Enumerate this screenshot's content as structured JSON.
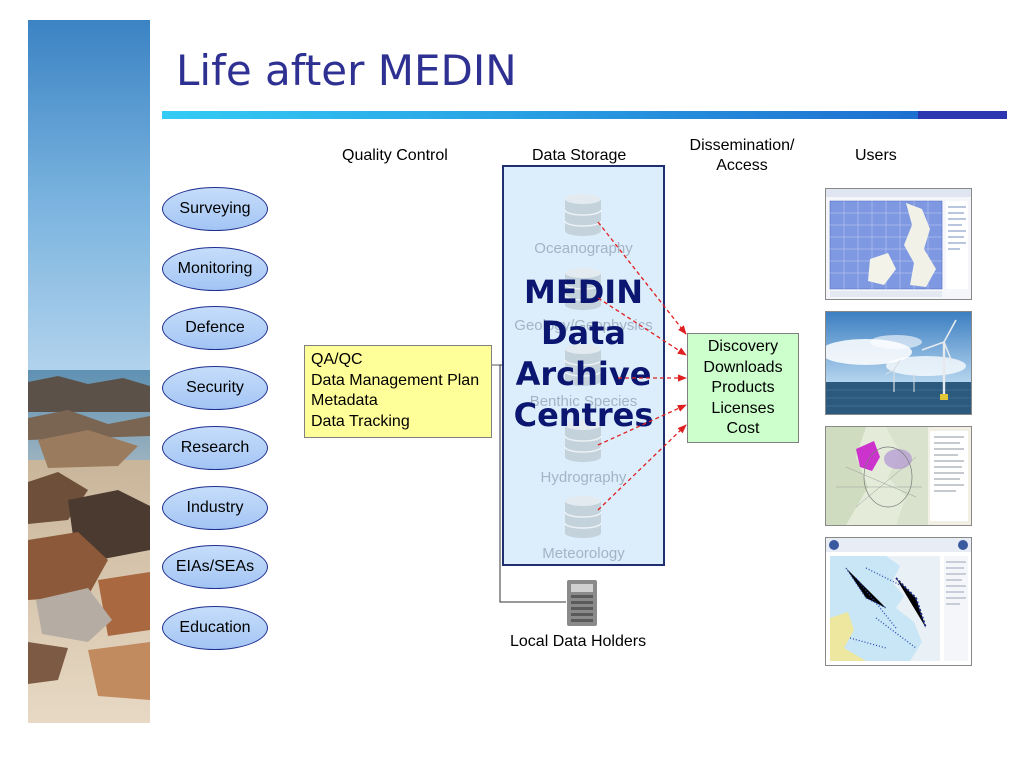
{
  "title": "Life after MEDIN",
  "columns": {
    "quality_control": "Quality Control",
    "data_storage": "Data Storage",
    "dissemination_line1": "Dissemination/",
    "dissemination_line2": "Access",
    "users": "Users"
  },
  "sectors": [
    "Surveying",
    "Monitoring",
    "Defence",
    "Security",
    "Research",
    "Industry",
    "EIAs/SEAs",
    "Education"
  ],
  "quality_items": [
    "QA/QC",
    "Data Management Plan",
    "Metadata",
    "Data Tracking"
  ],
  "storage_themes": [
    "Oceanography",
    "Geology/Geophysics",
    "Benthic Species",
    "Hydrography",
    "Meteorology"
  ],
  "archive_lines": [
    "MEDIN",
    "Data",
    "Archive",
    "Centres"
  ],
  "access_items": [
    "Discovery",
    "Downloads",
    "Products",
    "Licenses",
    "Cost"
  ],
  "local_holders": "Local Data Holders",
  "colors": {
    "title": "#2e3192",
    "archive_text": "#0a1670",
    "oval_fill": "#b3d0f7",
    "qc_fill": "#ffff99",
    "storage_fill": "#dceefc",
    "access_fill": "#ccffcc",
    "arrow": "#e02020"
  },
  "icons": [
    "database-icon",
    "server-icon",
    "arrow-icon"
  ]
}
